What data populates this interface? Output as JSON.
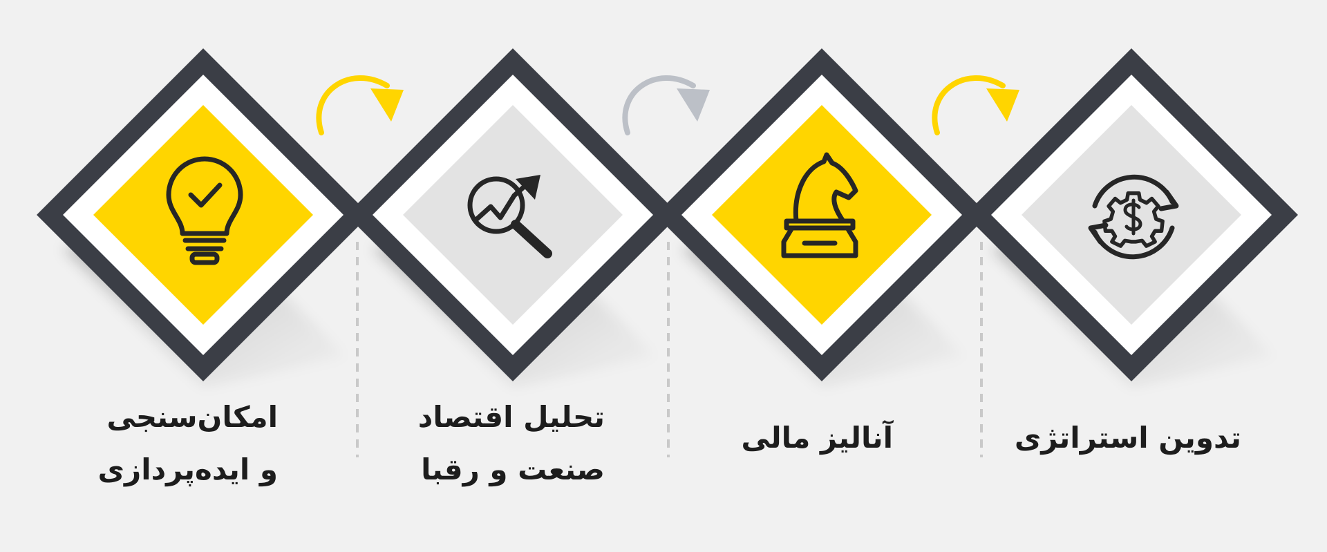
{
  "stages": [
    {
      "id": "idea",
      "lines": [
        "امکان‌سنجی",
        "و ایده‌پردازی"
      ],
      "icon": "lightbulb-check-icon",
      "fill": "#ffd500"
    },
    {
      "id": "market",
      "lines": [
        "تحلیل اقتصاد",
        "صنعت و رقبا"
      ],
      "icon": "magnifier-growth-chart-icon",
      "fill": "#e3e3e3"
    },
    {
      "id": "finance",
      "lines": [
        "آنالیز مالی"
      ],
      "icon": "chess-knight-icon",
      "fill": "#ffd500"
    },
    {
      "id": "strategy",
      "lines": [
        "تدوین استراتژی"
      ],
      "icon": "gear-dollar-cycle-icon",
      "fill": "#e3e3e3"
    }
  ],
  "arrows": [
    {
      "color": "#ffd500"
    },
    {
      "color": "#bcc0c7"
    },
    {
      "color": "#ffd500"
    }
  ],
  "colors": {
    "frame": "#3b3e46",
    "icon": "#262626",
    "divider": "#c9c9c9"
  }
}
